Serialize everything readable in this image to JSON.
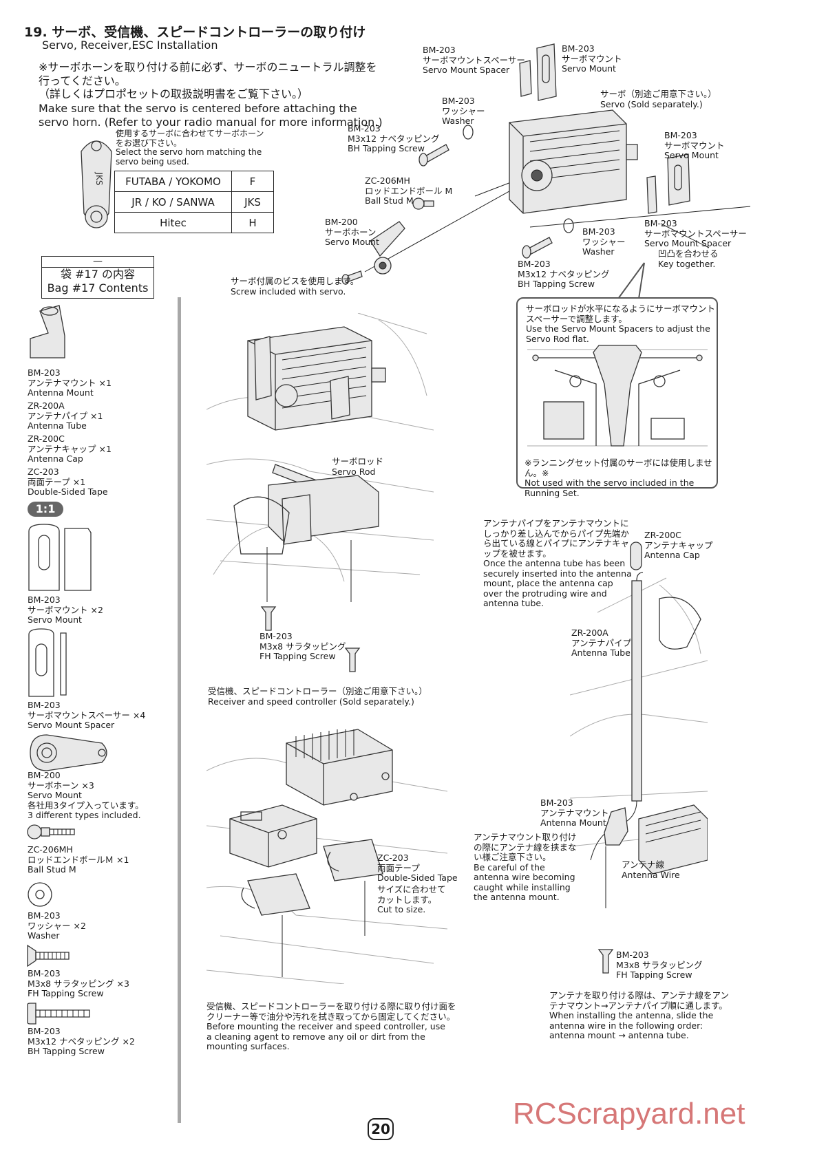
{
  "header": {
    "title_jp": "19. サーボ、受信機、スピードコントローラーの取り付け",
    "title_en": "Servo, Receiver,ESC Installation"
  },
  "note": {
    "jp": "※サーボホーンを取り付ける前に必ず、サーボのニュートラル調整を\n行ってください。\n（詳しくはプロポセットの取扱説明書をご覧下さい。）",
    "en": "Make sure that the servo is centered before attaching the\nservo horn. (Refer to your radio manual for more information.)"
  },
  "horn_select": {
    "text": "使用するサーボに合わせてサーボホーン\nをお選び下さい。\nSelect the servo horn matching the\nservo being used.",
    "horn_label": "JKS",
    "rows": [
      {
        "brand": "FUTABA / YOKOMO",
        "type": "F"
      },
      {
        "brand": "JR / KO / SANWA",
        "type": "JKS"
      },
      {
        "brand": "Hitec",
        "type": "H"
      }
    ]
  },
  "bag": {
    "dash": "—",
    "jp": "袋 #17 の内容",
    "en": "Bag #17 Contents",
    "scale": "1:1",
    "parts": [
      {
        "text": "BM-203\nアンテナマウント ×1\nAntenna Mount"
      },
      {
        "text": "ZR-200A\nアンテナパイプ ×1\nAntenna Tube"
      },
      {
        "text": "ZR-200C\nアンテナキャップ ×1\nAntenna Cap"
      },
      {
        "text": "ZC-203\n両面テープ ×1\nDouble-Sided Tape"
      },
      {
        "text": "BM-203\nサーボマウント ×2\nServo Mount"
      },
      {
        "text": "BM-203\nサーボマウントスペーサー ×4\nServo Mount Spacer"
      },
      {
        "text": "BM-200\nサーボホーン ×3\nServo Mount\n各社用3タイプ入っています。\n3 different types included."
      },
      {
        "text": "ZC-206MH\nロッドエンドボールＭ ×1\nBall Stud M"
      },
      {
        "text": "BM-203\nワッシャー ×2\nWasher"
      },
      {
        "text": "BM-203\nM3x8 サラタッピング ×3\nFH Tapping Screw"
      },
      {
        "text": "BM-203\nM3x12 ナベタッピング ×2\nBH Tapping Screw"
      }
    ]
  },
  "servo_labels": {
    "spacer_top": "BM-203\nサーボマウントスペーサー\nServo Mount Spacer",
    "mount_top": "BM-203\nサーボマウント\nServo Mount",
    "servo": "サーボ（別途ご用意下さい。）\nServo (Sold separately.)",
    "washer_top": "BM-203\nワッシャー\nWasher",
    "screw_top": "BM-203\nM3x12 ナベタッピング\nBH Tapping Screw",
    "mount_right": "BM-203\nサーボマウント\nServo Mount",
    "ball_stud": "ZC-206MH\nロッドエンドボール M\nBall Stud M",
    "horn": "BM-200\nサーボホーン\nServo Mount",
    "washer_bottom": "BM-203\nワッシャー\nWasher",
    "spacer_right": "BM-203\nサーボマウントスペーサー\nServo Mount Spacer",
    "key": "凹凸を合わせる\nKey together.",
    "screw_bottom": "BM-203\nM3x12 ナベタッピング\nBH Tapping Screw",
    "horn_screw": "サーボ付属のビスを使用します。\nScrew included with servo."
  },
  "callout": {
    "top": "サーボロッドが水平になるようにサーボマウント\nスペーサーで調整します。\nUse the Servo Mount Spacers to adjust the\nServo Rod flat.",
    "bottom": "※ランニングセット付属のサーボには使用しません。※\nNot used with the servo included in the\nRunning Set."
  },
  "chassis_labels": {
    "servo_rod": "サーボロッド\nServo Rod",
    "fh_screw": "BM-203\nM3x8 サラタッピング\nFH Tapping Screw"
  },
  "receiver": {
    "title": "受信機、スピードコントローラー（別途ご用意下さい。）\nReceiver and speed controller (Sold separately.)",
    "tape": "ZC-203\n両面テープ\nDouble-Sided Tape",
    "cut": "サイズに合わせて\nカットします。\nCut to size.",
    "bottom_note": "受信機、スピードコントローラーを取り付ける際に取り付け面を\nクリーナー等で油分や汚れを拭き取ってから固定してください。\nBefore mounting the receiver and speed controller, use\na cleaning agent to remove any oil or dirt from the\nmounting surfaces."
  },
  "antenna": {
    "instruction": "アンテナパイプをアンテナマウントに\nしっかり差し込んでからパイプ先端か\nら出ている線とパイプにアンテナキャ\nップを被せます。\nOnce the antenna tube has been\nsecurely inserted into the antenna\nmount, place the antenna cap\nover the protruding wire and\nantenna tube.",
    "cap": "ZR-200C\nアンテナキャップ\nAntenna Cap",
    "tube": "ZR-200A\nアンテナパイプ\nAntenna Tube",
    "mount": "BM-203\nアンテナマウント\nAntenna Mount",
    "careful": "アンテナマウント取り付け\nの際にアンテナ線を挟まな\nい様ご注意下さい。\nBe careful of the\nantenna wire becoming\ncaught while installing\nthe antenna mount.",
    "wire": "アンテナ線\nAntenna Wire",
    "screw": "BM-203\nM3x8 サラタッピング\nFH Tapping Screw",
    "bottom_note": "アンテナを取り付ける際は、アンテナ線をアン\nテナマウント→アンテナパイプ順に通します。\nWhen installing the antenna, slide the\nantenna wire in the following order:\nantenna mount → antenna tube."
  },
  "footer": {
    "page": "20",
    "watermark": "RCScrapyard.net"
  }
}
